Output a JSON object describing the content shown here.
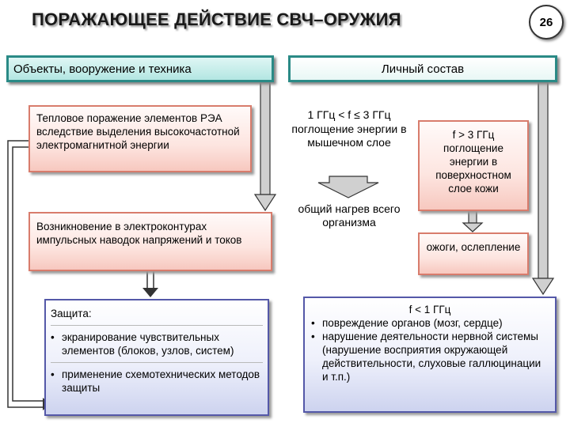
{
  "slide": {
    "title": "ПОРАЖАЮЩЕЕ ДЕЙСТВИЕ СВЧ–ОРУЖИЯ",
    "page_number": "26"
  },
  "headers": {
    "left": "Объекты, вооружение и техника",
    "right": "Личный состав"
  },
  "left": {
    "thermal": "Тепловое поражение элементов РЭА вследствие выделения высокочастотной электромагнитной энергии",
    "pulse": "Возникновение в электроконтурах импульсных наводок напряжений и токов",
    "protection": {
      "title": "Защита:",
      "items": [
        "экранирование чувствительных элементов (блоков, узлов, систем)",
        "применение схемотехнических методов защиты"
      ]
    }
  },
  "right": {
    "mid_freq": {
      "range": "1 ГГц < f ≤ 3 ГГц",
      "desc": "поглощение энергии в мышечном слое",
      "result": "общий нагрев всего организма"
    },
    "high_freq": {
      "range": "f > 3 ГГц",
      "desc": "поглощение энергии в поверхностном слое кожи",
      "result": "ожоги, ослепление"
    },
    "low_freq": {
      "range": "f < 1 ГГц",
      "items": [
        "повреждение органов (мозг, сердце)",
        "нарушение деятельности нервной системы (нарушение восприятия окружающей действительности, слуховые галлюцинации и т.п.)"
      ]
    }
  },
  "bullet_symbol": "•",
  "colors": {
    "header_border": "#2a8a86",
    "pink_border": "#d87c6c",
    "blue_border": "#5458a8",
    "arrow_fill": "#d0d0d0",
    "arrow_stroke": "#333333"
  }
}
